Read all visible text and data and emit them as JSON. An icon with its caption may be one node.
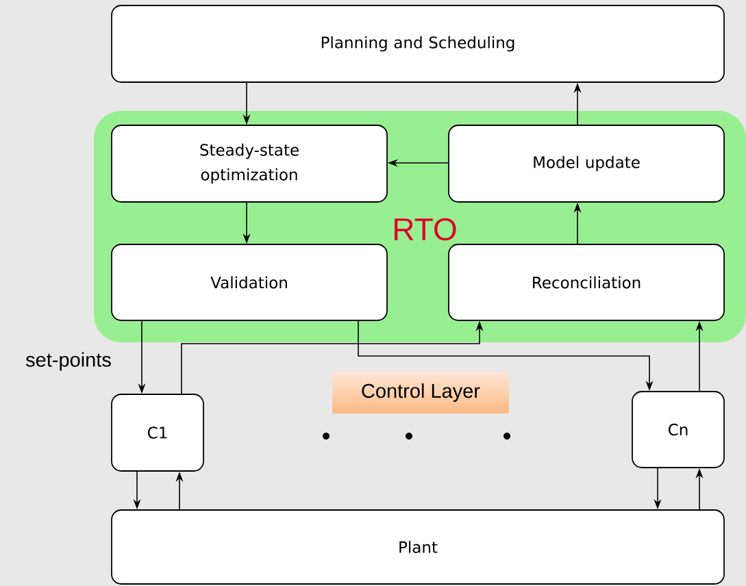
{
  "diagram": {
    "nodes": [
      {
        "text": [
          "Planning and Scheduling"
        ]
      },
      {
        "text": [
          "RTO"
        ]
      },
      {
        "text": [
          "Steady-state optimization"
        ],
        "in": 1
      },
      {
        "text": [
          "Model update"
        ],
        "in": 1
      },
      {
        "text": [
          "Validation"
        ],
        "in": 1
      },
      {
        "text": [
          "Reconciliation"
        ],
        "in": 1
      },
      {
        "text": [
          "Control Layer"
        ]
      },
      {
        "text": [
          "C1"
        ]
      },
      {
        "text": [
          "Cn"
        ]
      },
      {
        "text": [
          "Plant"
        ]
      }
    ],
    "edges": [
      {
        "from": 0,
        "to": 2,
        "arrow": "to"
      },
      {
        "from": 3,
        "to": 0,
        "arrow": "to"
      },
      {
        "from": 3,
        "to": 2,
        "arrow": "to"
      },
      {
        "from": 2,
        "to": 4,
        "arrow": "to"
      },
      {
        "from": 5,
        "to": 3,
        "arrow": "to"
      },
      {
        "from": 4,
        "to": 7,
        "arrow": "to",
        "label": "set-points"
      },
      {
        "from": 7,
        "to": 5,
        "arrow": "to"
      },
      {
        "from": 4,
        "to": 8,
        "arrow": "to"
      },
      {
        "from": 8,
        "to": 5,
        "arrow": "to"
      },
      {
        "from": 7,
        "to": 9,
        "arrow": "to"
      },
      {
        "from": 9,
        "to": 7,
        "arrow": "to"
      },
      {
        "from": 8,
        "to": 9,
        "arrow": "to"
      },
      {
        "from": 9,
        "to": 8,
        "arrow": "to"
      }
    ]
  }
}
